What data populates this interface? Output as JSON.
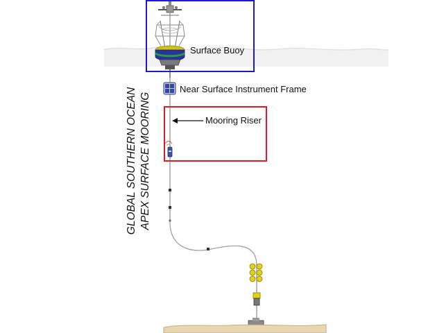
{
  "diagram": {
    "title_lines": [
      "GLOBAL SOUTHERN OCEAN",
      "APEX SURFACE MOORING"
    ],
    "labels": {
      "surface_buoy": "Surface Buoy",
      "near_surface_instrument_frame": "Near Surface Instrument Frame",
      "mooring_riser": "Mooring Riser"
    },
    "highlight_colors": {
      "surface_buoy_box": "#1b1bd6",
      "mooring_riser_box": "#e01b24"
    }
  }
}
